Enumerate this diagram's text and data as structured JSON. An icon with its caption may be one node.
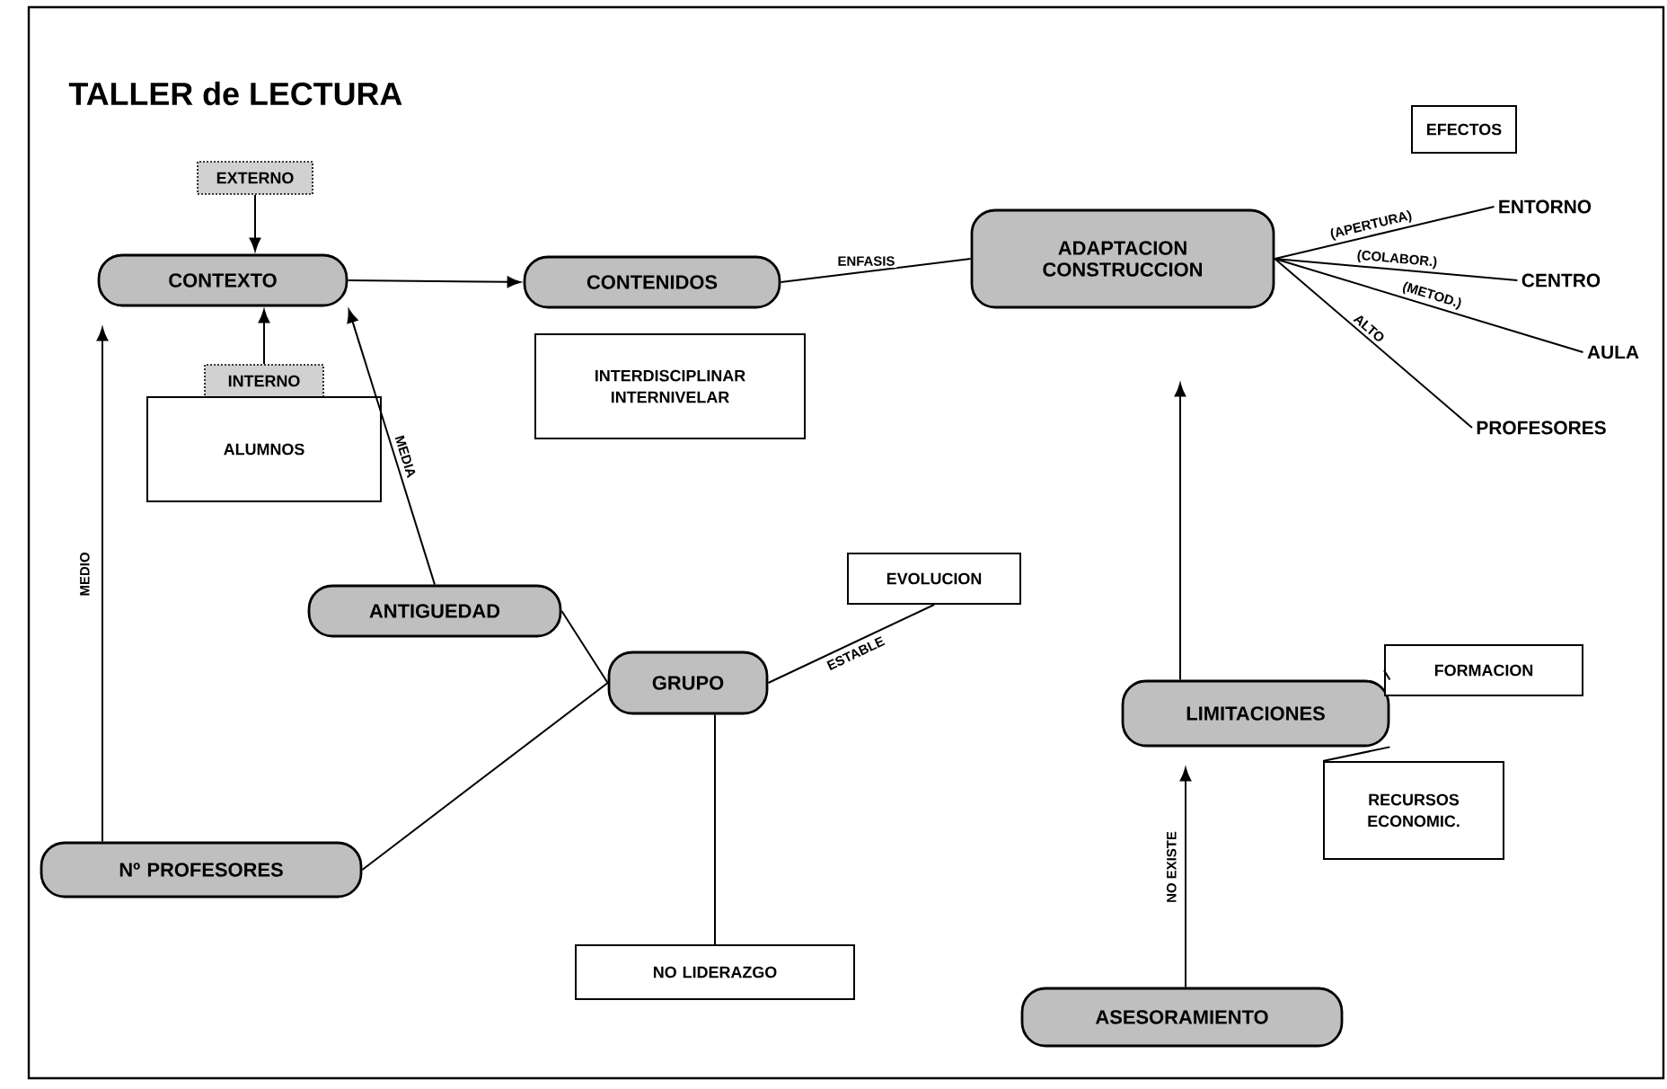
{
  "diagram": {
    "title": "TALLER de LECTURA",
    "nodes": [
      {
        "text": [
          "EXTERNO"
        ]
      },
      {
        "text": [
          "CONTEXTO"
        ]
      },
      {
        "text": [
          "INTERNO"
        ]
      },
      {
        "text": [
          "ALUMNOS"
        ]
      },
      {
        "text": [
          "CONTENIDOS"
        ]
      },
      {
        "text": [
          "INTERDISCIPLINAR INTERNIVELAR"
        ]
      },
      {
        "text": [
          "ADAPTACION CONSTRUCCION"
        ]
      },
      {
        "text": [
          "EFECTOS"
        ]
      },
      {
        "text": [
          "ENTORNO"
        ]
      },
      {
        "text": [
          "CENTRO"
        ]
      },
      {
        "text": [
          "AULA"
        ]
      },
      {
        "text": [
          "PROFESORES"
        ]
      },
      {
        "text": [
          "ANTIGUEDAD"
        ]
      },
      {
        "text": [
          "GRUPO"
        ]
      },
      {
        "text": [
          "EVOLUCION"
        ]
      },
      {
        "text": [
          "Nº PROFESORES"
        ]
      },
      {
        "text": [
          "NO LIDERAZGO"
        ]
      },
      {
        "text": [
          "LIMITACIONES"
        ]
      },
      {
        "text": [
          "FORMACION"
        ]
      },
      {
        "text": [
          "RECURSOS ECONOMIC."
        ]
      },
      {
        "text": [
          "ASESORAMIENTO"
        ]
      }
    ],
    "edges": [
      {
        "from": 0,
        "to": 1,
        "arrow": "to"
      },
      {
        "from": 2,
        "to": 1,
        "arrow": "to"
      },
      {
        "from": 1,
        "to": 4,
        "arrow": "to"
      },
      {
        "from": 4,
        "to": 6,
        "arrow": "none",
        "label": "ENFASIS"
      },
      {
        "from": 6,
        "to": 8,
        "arrow": "none",
        "label": "(APERTURA)"
      },
      {
        "from": 6,
        "to": 9,
        "arrow": "none",
        "label": "(COLABOR.)"
      },
      {
        "from": 6,
        "to": 10,
        "arrow": "none",
        "label": "(METOD.)"
      },
      {
        "from": 6,
        "to": 11,
        "arrow": "none",
        "label": "ALTO"
      },
      {
        "from": 12,
        "to": 1,
        "arrow": "to",
        "label": "MEDIA"
      },
      {
        "from": 12,
        "to": 13,
        "arrow": "none"
      },
      {
        "from": 13,
        "to": 14,
        "arrow": "none",
        "label": "ESTABLE"
      },
      {
        "from": 15,
        "to": 13,
        "arrow": "none"
      },
      {
        "from": 15,
        "to": 1,
        "arrow": "to",
        "label": "MEDIO"
      },
      {
        "from": 13,
        "to": 16,
        "arrow": "none"
      },
      {
        "from": 17,
        "to": 6,
        "arrow": "to"
      },
      {
        "from": 17,
        "to": 18,
        "arrow": "none"
      },
      {
        "from": 17,
        "to": 19,
        "arrow": "none"
      },
      {
        "from": 20,
        "to": 17,
        "arrow": "to",
        "label": "NO EXISTE"
      }
    ]
  }
}
